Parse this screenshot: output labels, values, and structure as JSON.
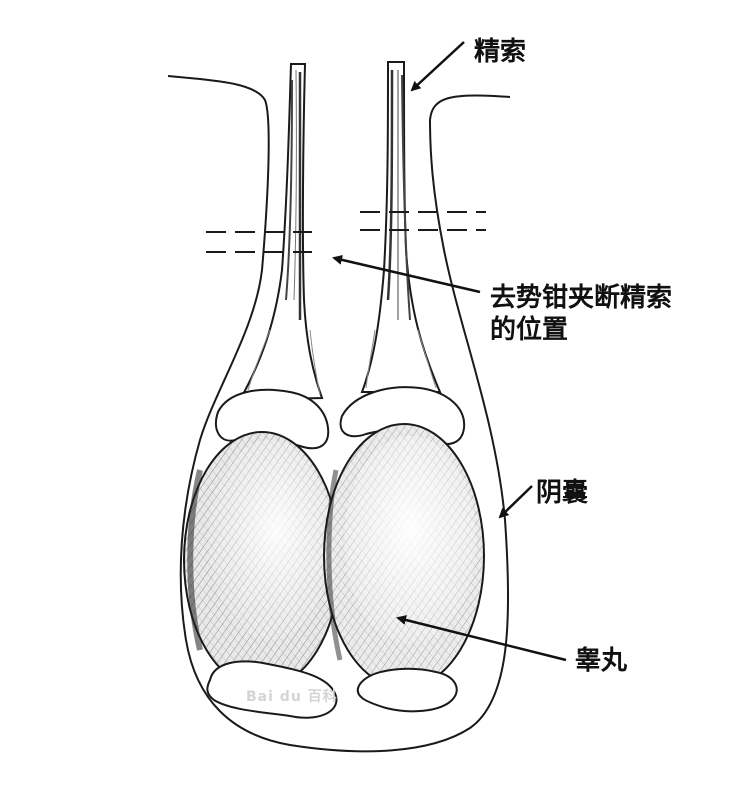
{
  "labels": {
    "spermatic_cord": "精索",
    "clamp_position_line1": "去势钳夹断精索",
    "clamp_position_line2": "的位置",
    "scrotum": "阴囊",
    "testis": "睾丸"
  },
  "watermark": "Bai du 百科",
  "colors": {
    "ink": "#1a1a1a",
    "paper": "#ffffff",
    "testis_fill": "#ececec",
    "hatch": "#555555"
  }
}
